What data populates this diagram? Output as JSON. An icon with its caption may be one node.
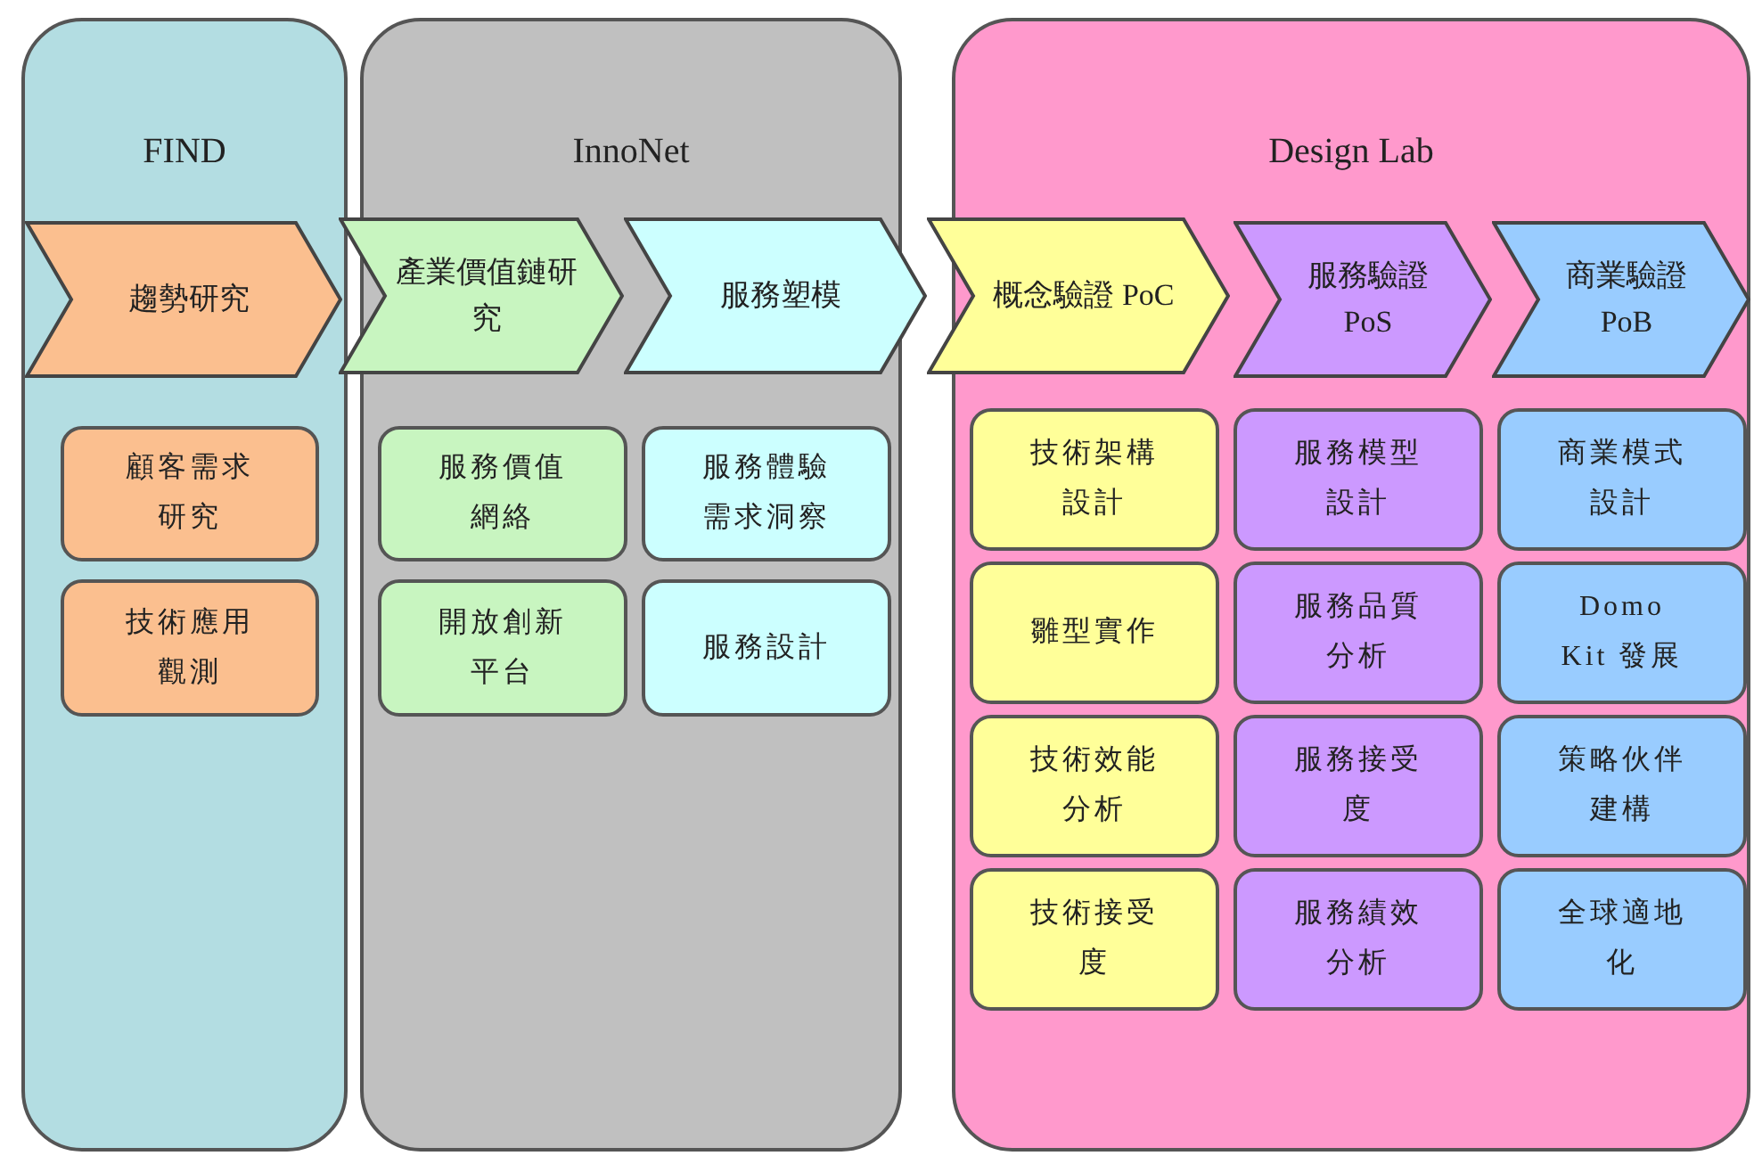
{
  "diagram": {
    "nodes": [
      {
        "text": [
          "FIND"
        ]
      },
      {
        "text": [
          "InnoNet"
        ]
      },
      {
        "text": [
          "Design Lab"
        ]
      },
      {
        "text": [
          "趨勢研究"
        ],
        "in": 0
      },
      {
        "text": [
          "產業價值鏈研究"
        ]
      },
      {
        "text": [
          "服務塑模"
        ]
      },
      {
        "text": [
          "概念驗證 PoC"
        ]
      },
      {
        "text": [
          "服務驗證 PoS"
        ],
        "in": 2
      },
      {
        "text": [
          "商業驗證 PoB"
        ],
        "in": 2
      },
      {
        "text": [
          "顧客需求研究"
        ],
        "in": 0
      },
      {
        "text": [
          "服務價值網絡"
        ],
        "in": 1
      },
      {
        "text": [
          "服務體驗需求洞察"
        ],
        "in": 1
      },
      {
        "text": [
          "技術架構設計"
        ],
        "in": 2
      },
      {
        "text": [
          "服務模型設計"
        ],
        "in": 2
      },
      {
        "text": [
          "商業模式設計"
        ],
        "in": 2
      },
      {
        "text": [
          "技術應用觀測"
        ],
        "in": 0
      },
      {
        "text": [
          "開放創新平台"
        ],
        "in": 1
      },
      {
        "text": [
          "服務設計"
        ],
        "in": 1
      },
      {
        "text": [
          "雛型實作"
        ],
        "in": 2
      },
      {
        "text": [
          "服務品質分析"
        ],
        "in": 2
      },
      {
        "text": [
          "Domo Kit 發展"
        ],
        "in": 2
      },
      {
        "text": [
          "技術效能分析"
        ],
        "in": 2
      },
      {
        "text": [
          "服務接受度"
        ],
        "in": 2
      },
      {
        "text": [
          "策略伙伴建構"
        ],
        "in": 2
      },
      {
        "text": [
          "技術接受度"
        ],
        "in": 2
      },
      {
        "text": [
          "服務績效分析"
        ],
        "in": 2
      },
      {
        "text": [
          "全球適地化"
        ],
        "in": 2
      }
    ]
  }
}
